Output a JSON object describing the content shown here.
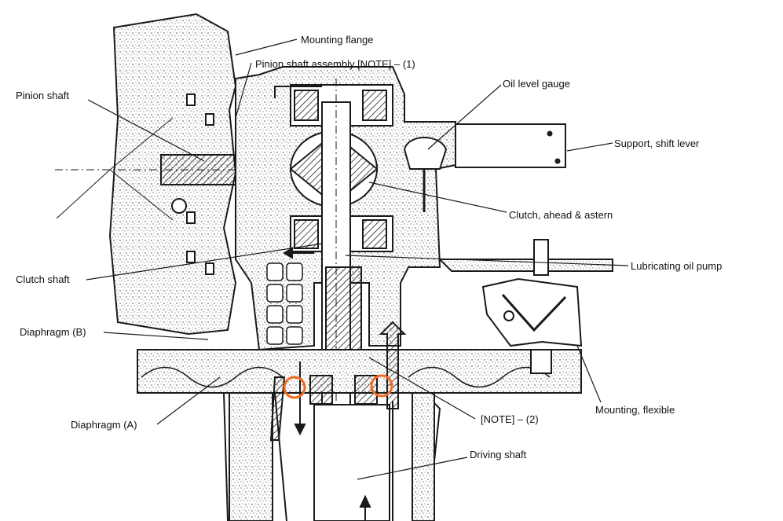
{
  "labels": {
    "mounting_flange": "Mounting flange",
    "pinion_shaft_assembly": "Pinion shaft assembly  [NOTE] – (1)",
    "pinion_shaft": "Pinion shaft",
    "oil_level_gauge": "Oil level gauge",
    "support_shift_lever": "Support, shift lever",
    "clutch_ahead_astern": "Clutch, ahead & astern",
    "lubricating_oil_pump": "Lubricating oil pump",
    "clutch_shaft": "Clutch shaft",
    "diaphragm_b": "Diaphragm (B)",
    "diaphragm_a": "Diaphragm (A)",
    "note_2": "[NOTE]  – (2)",
    "mounting_flexible": "Mounting, flexible",
    "driving_shaft": "Driving shaft"
  },
  "colors": {
    "line": "#1a1a1a",
    "highlight": "#f26b21",
    "background": "#ffffff"
  }
}
